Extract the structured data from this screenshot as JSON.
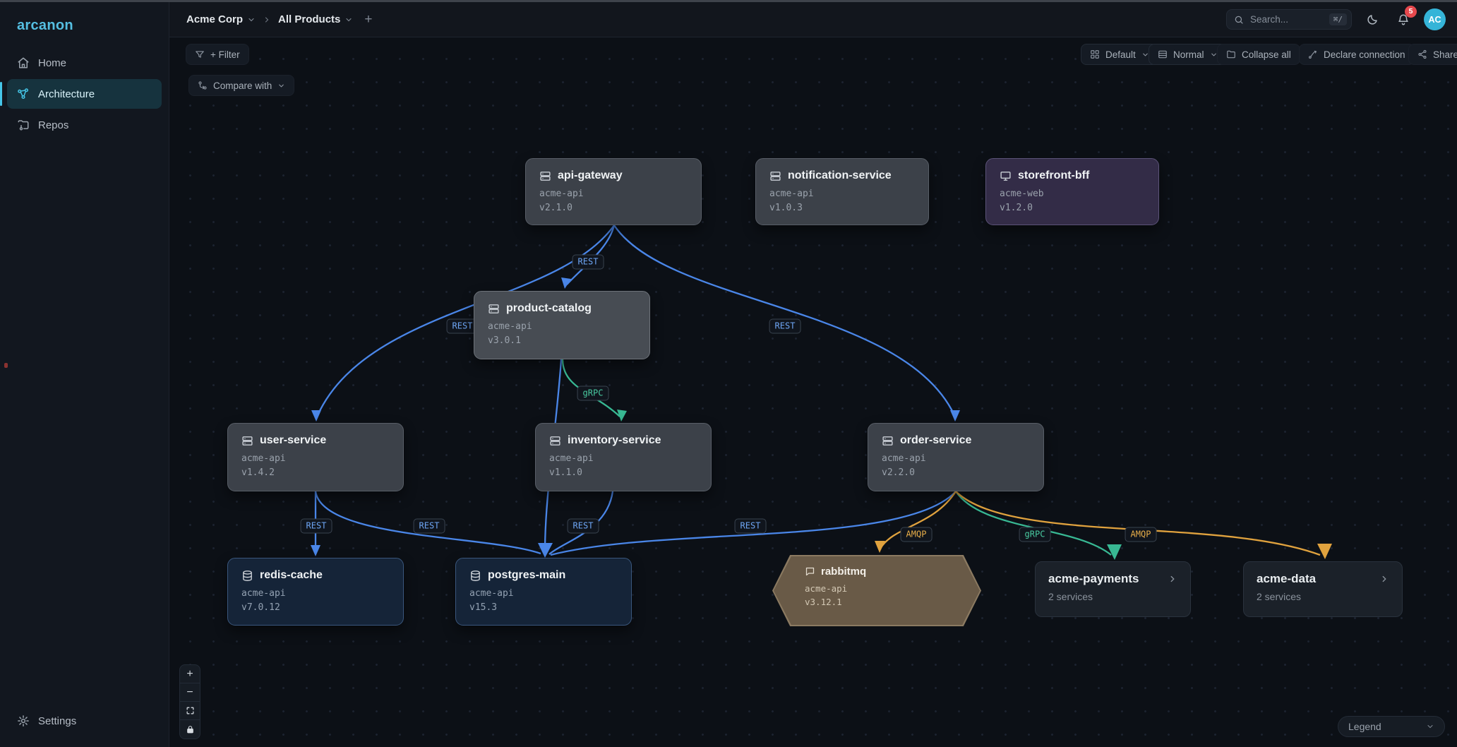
{
  "app": {
    "logo": "arcanon"
  },
  "colors": {
    "accent": "#45c6e8",
    "badge": "#e5484d",
    "edge-rest": "#4a86e8",
    "edge-grpc": "#38b893",
    "edge-amqp": "#e0a23e"
  },
  "sidebar": {
    "items": [
      {
        "label": "Home",
        "icon": "home"
      },
      {
        "label": "Architecture",
        "icon": "architecture",
        "active": true
      },
      {
        "label": "Repos",
        "icon": "repos"
      }
    ],
    "footer": {
      "label": "Settings",
      "icon": "gear"
    }
  },
  "topbar": {
    "breadcrumb": [
      {
        "label": "Acme Corp"
      },
      {
        "label": "All Products"
      }
    ],
    "add_label": "+",
    "search": {
      "placeholder": "Search...",
      "shortcut": "⌘/"
    },
    "notifications_count": "5",
    "avatar": "AC"
  },
  "toolbar": {
    "filter_label": "+ Filter",
    "compare_label": "Compare with",
    "view_mode": "Default",
    "density": "Normal",
    "collapse_label": "Collapse all",
    "declare_label": "Declare connection",
    "share_label": "Share"
  },
  "canvas": {
    "nodes": [
      {
        "title": "api-gateway",
        "subtitle": "acme-api",
        "version": "v2.1.0",
        "kind": "service"
      },
      {
        "title": "notification-service",
        "subtitle": "acme-api",
        "version": "v1.0.3",
        "kind": "service"
      },
      {
        "title": "storefront-bff",
        "subtitle": "acme-web",
        "version": "v1.2.0",
        "kind": "web"
      },
      {
        "title": "product-catalog",
        "subtitle": "acme-api",
        "version": "v3.0.1",
        "kind": "service"
      },
      {
        "title": "user-service",
        "subtitle": "acme-api",
        "version": "v1.4.2",
        "kind": "service"
      },
      {
        "title": "inventory-service",
        "subtitle": "acme-api",
        "version": "v1.1.0",
        "kind": "service"
      },
      {
        "title": "order-service",
        "subtitle": "acme-api",
        "version": "v2.2.0",
        "kind": "service"
      },
      {
        "title": "redis-cache",
        "subtitle": "acme-api",
        "version": "v7.0.12",
        "kind": "db"
      },
      {
        "title": "postgres-main",
        "subtitle": "acme-api",
        "version": "v15.3",
        "kind": "db"
      },
      {
        "title": "rabbitmq",
        "subtitle": "acme-api",
        "version": "v3.12.1",
        "kind": "queue"
      }
    ],
    "groups": [
      {
        "title": "acme-payments",
        "meta": "2 services"
      },
      {
        "title": "acme-data",
        "meta": "2 services"
      }
    ],
    "edges": [
      {
        "from": "api-gateway",
        "to": "product-catalog",
        "protocol": "REST"
      },
      {
        "from": "api-gateway",
        "to": "user-service",
        "protocol": "REST"
      },
      {
        "from": "api-gateway",
        "to": "order-service",
        "protocol": "REST"
      },
      {
        "from": "product-catalog",
        "to": "inventory-service",
        "protocol": "gRPC"
      },
      {
        "from": "user-service",
        "to": "redis-cache",
        "protocol": "REST"
      },
      {
        "from": "user-service",
        "to": "postgres-main",
        "protocol": "REST"
      },
      {
        "from": "inventory-service",
        "to": "postgres-main",
        "protocol": "REST"
      },
      {
        "from": "order-service",
        "to": "postgres-main",
        "protocol": "REST"
      },
      {
        "from": "order-service",
        "to": "rabbitmq",
        "protocol": "AMQP"
      },
      {
        "from": "order-service",
        "to": "acme-payments",
        "protocol": "gRPC"
      },
      {
        "from": "order-service",
        "to": "acme-data",
        "protocol": "AMQP"
      },
      {
        "from": "product-catalog",
        "to": "postgres-main",
        "protocol": "REST"
      }
    ],
    "zoom_controls": {
      "zoom_in": "+",
      "zoom_out": "−"
    },
    "legend_label": "Legend"
  }
}
